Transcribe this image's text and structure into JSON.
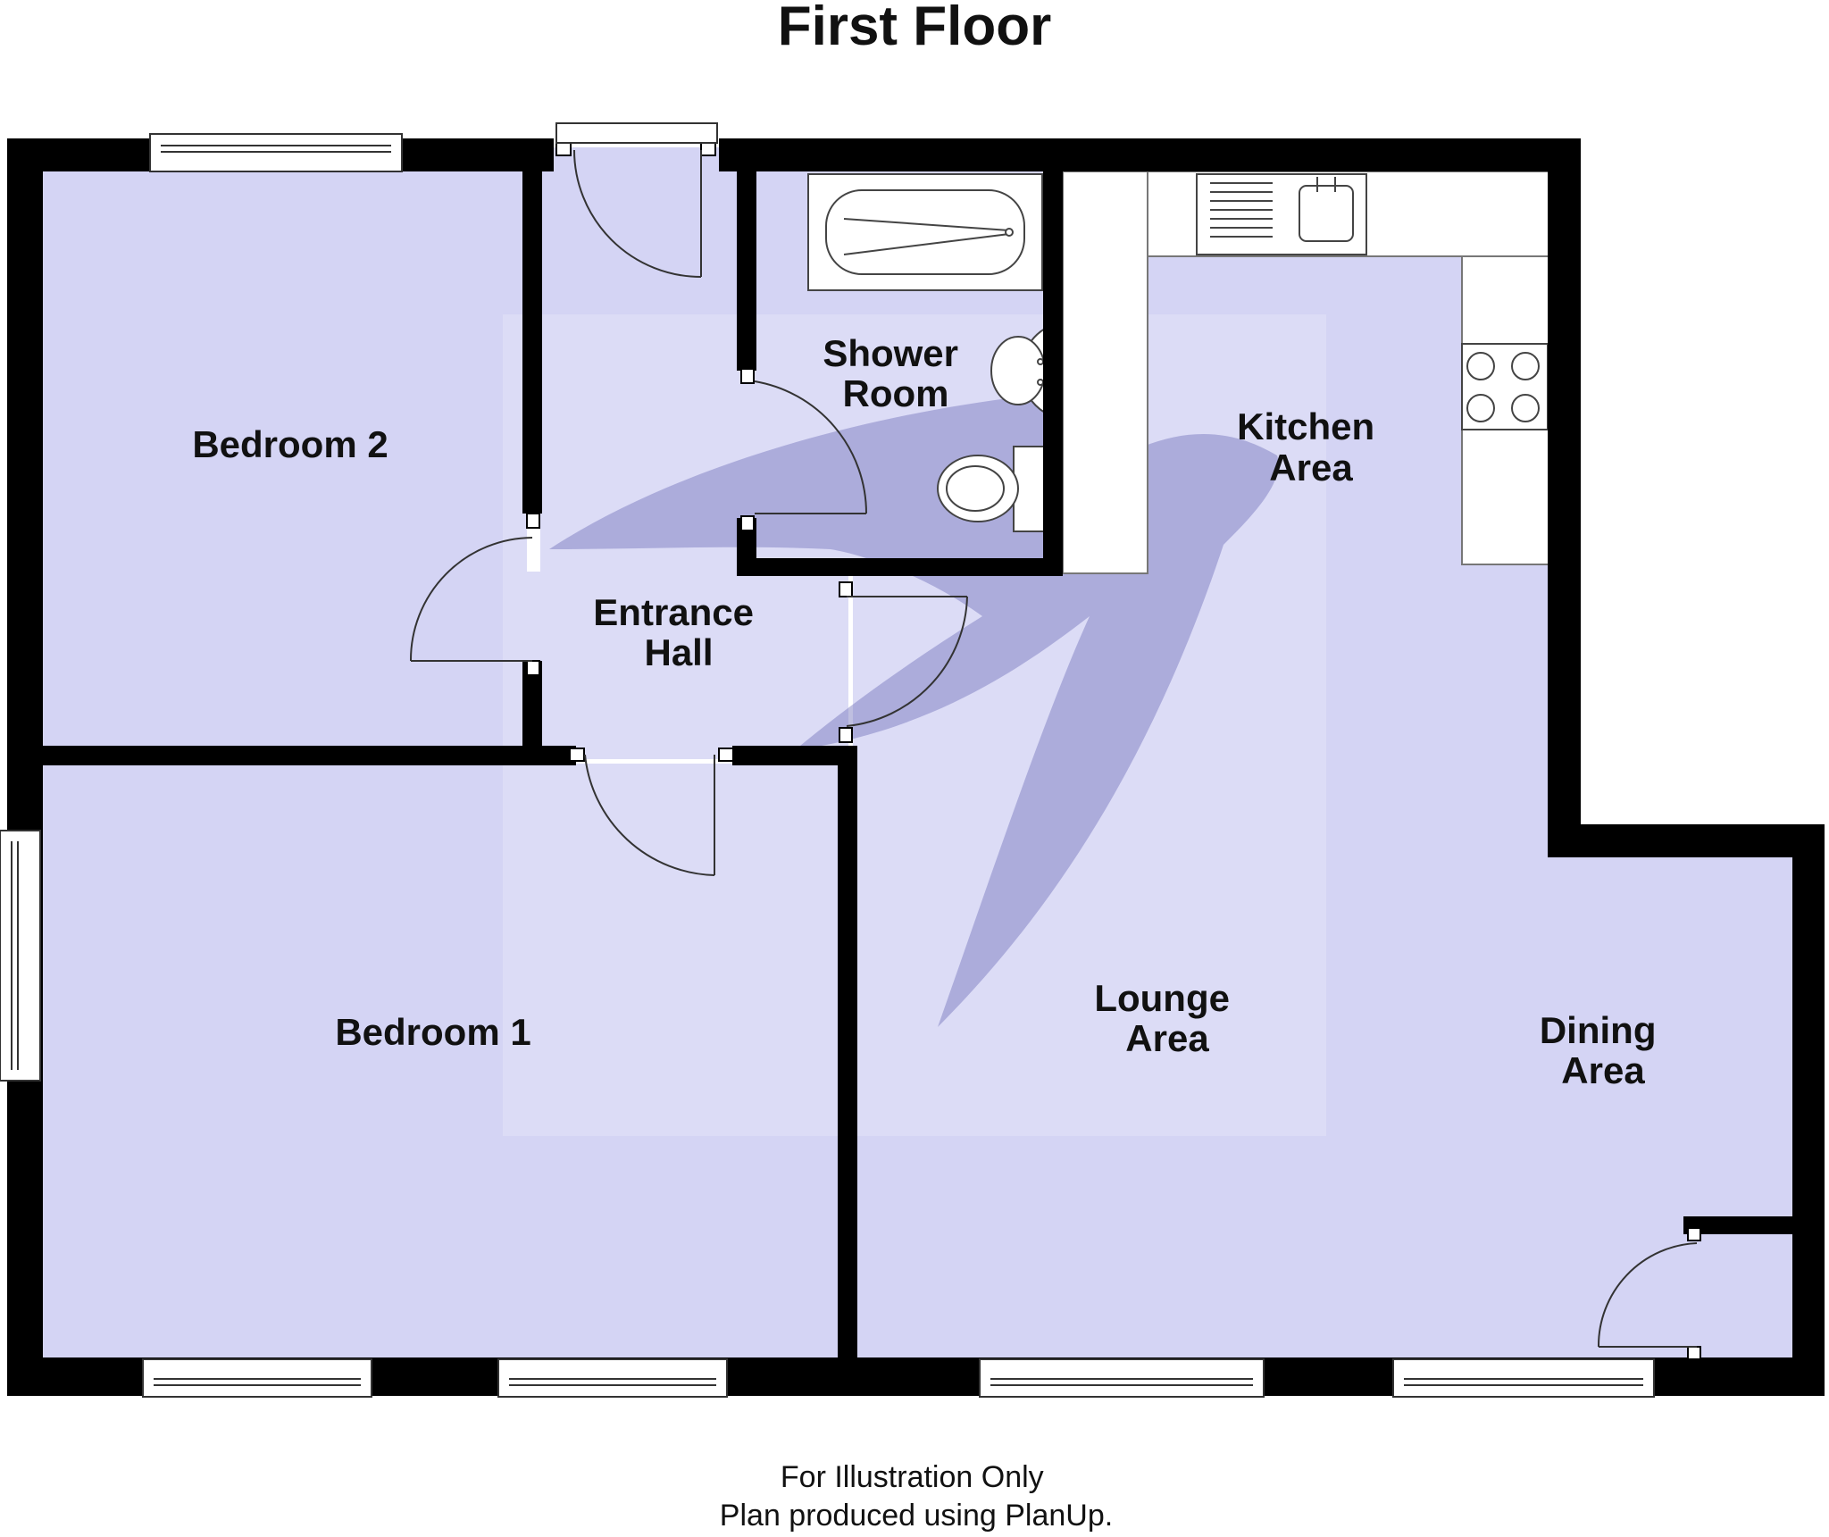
{
  "title": "First Floor",
  "rooms": {
    "bedroom_2": [
      "Bedroom 2"
    ],
    "bedroom_1": [
      "Bedroom 1"
    ],
    "entrance_hall": [
      "Entrance",
      "Hall"
    ],
    "shower_room": [
      "Shower",
      "Room"
    ],
    "kitchen_area": [
      "Kitchen",
      "Area"
    ],
    "lounge_area": [
      "Lounge",
      "Area"
    ],
    "dining_area": [
      "Dining",
      "Area"
    ]
  },
  "footer": [
    "For Illustration Only",
    "Plan produced using PlanUp."
  ],
  "colors": {
    "floor": "#d4d4f4",
    "wall": "#000000",
    "watermark": "#9c9cd2",
    "fixture": "#ffffff"
  },
  "icons": [
    "swallow-watermark-icon",
    "bath-icon",
    "basin-icon",
    "toilet-icon",
    "sink-icon",
    "hob-icon"
  ]
}
